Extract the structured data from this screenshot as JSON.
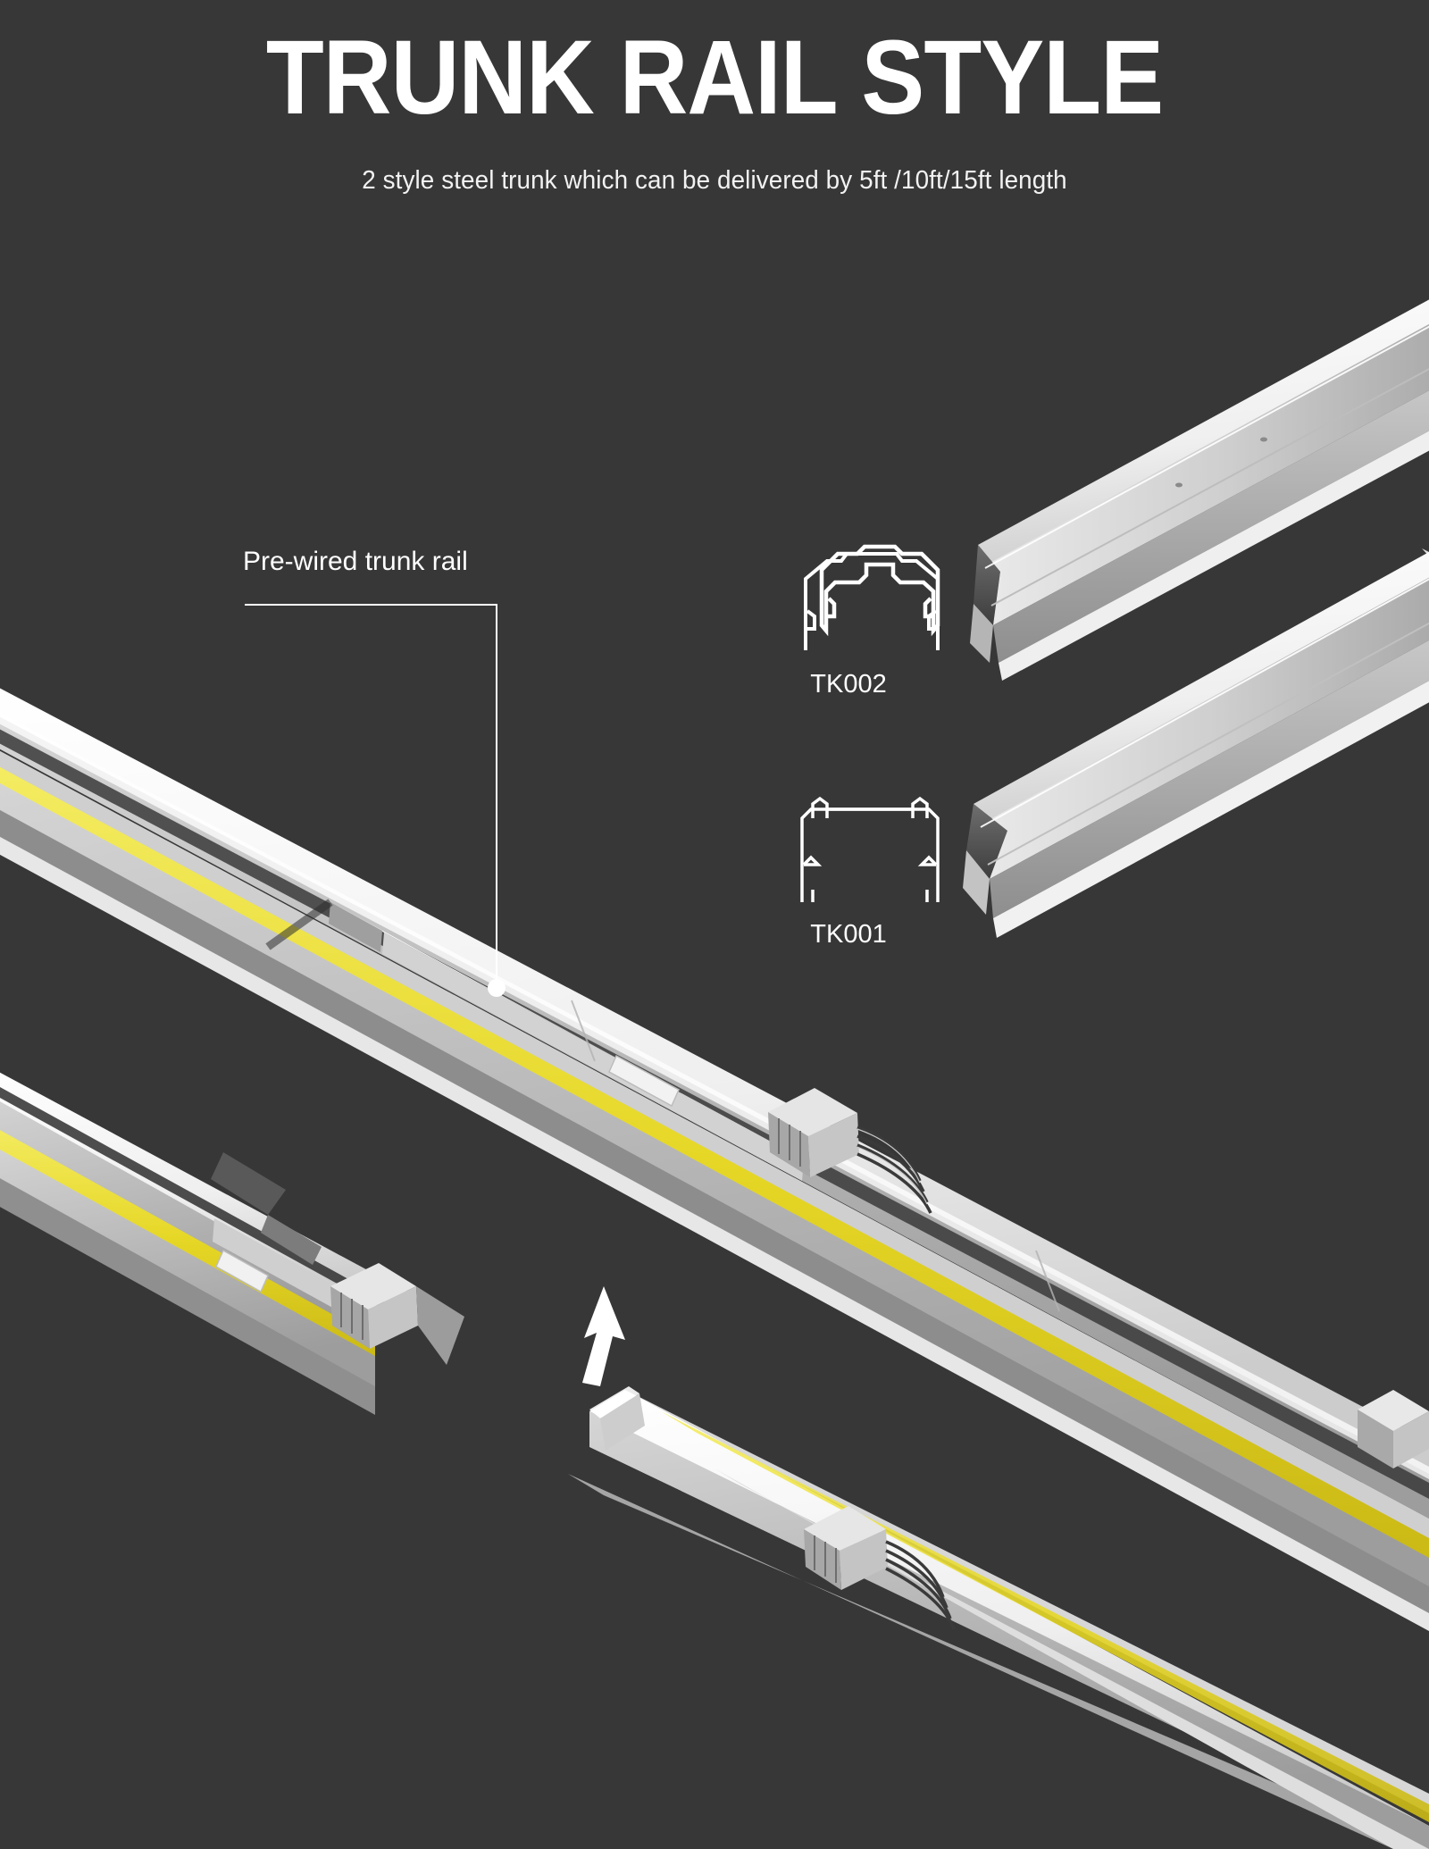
{
  "page": {
    "background_color": "#373737",
    "title": "TRUNK RAIL STYLE",
    "subtitle": "2 style steel trunk which can be delivered by 5ft /10ft/15ft length"
  },
  "callouts": [
    {
      "name": "pre-wired-trunk-rail",
      "label": "Pre-wired trunk rail"
    }
  ],
  "parts": [
    {
      "code": "TK002",
      "profile": "bell-trapezoid-cross-section"
    },
    {
      "code": "TK001",
      "profile": "square-channel-cross-section"
    }
  ],
  "colors": {
    "background": "#373737",
    "text": "#ffffff",
    "rail_body_light": "#fbfbfb",
    "rail_body_mid": "#d8d8d8",
    "rail_body_shadow": "#9a9a9a",
    "rail_inner_dark": "#4a4a4a",
    "led_strip_yellow": "#e8d92a",
    "connector_grey": "#b9b9b9",
    "cable_dark": "#2b2b2b",
    "arrow": "#ffffff"
  },
  "graphics": {
    "arrow": {
      "name": "up-arrow-indicator",
      "direction": "up-right"
    },
    "rails": [
      {
        "name": "trunk-rail-tk002-3d",
        "position": "top-right-upper"
      },
      {
        "name": "trunk-rail-tk001-3d",
        "position": "top-right-lower"
      },
      {
        "name": "pre-wired-trunk-rail-main",
        "position": "center-diagonal"
      },
      {
        "name": "trunk-rail-with-connector-left",
        "position": "mid-left-diagonal"
      },
      {
        "name": "trunk-rail-open-channel-bottom",
        "position": "bottom-diagonal"
      }
    ]
  }
}
